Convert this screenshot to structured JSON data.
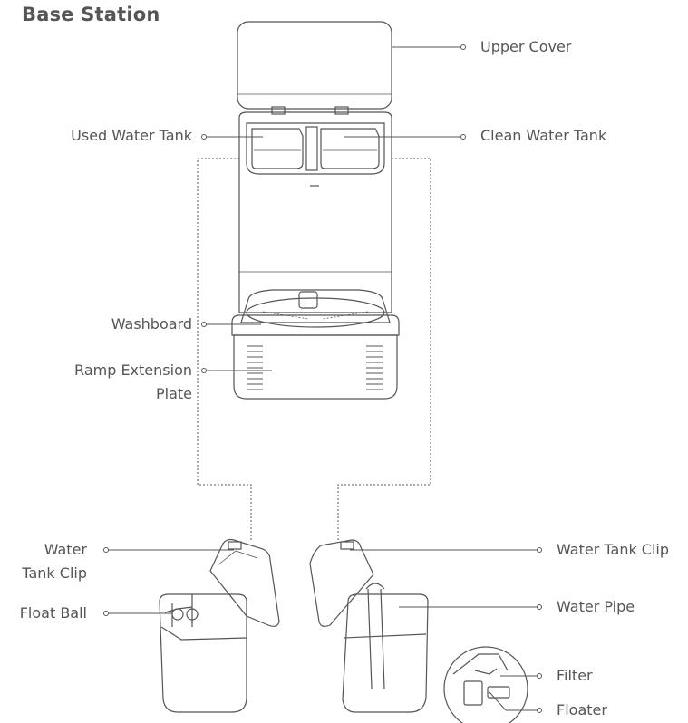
{
  "title": "Base Station",
  "labels": {
    "upper_cover": "Upper Cover",
    "used_water_tank": "Used Water Tank",
    "clean_water_tank": "Clean Water Tank",
    "washboard": "Washboard",
    "ramp_line1": "Ramp Extension",
    "ramp_line2": "Plate",
    "water_clip_left_line1": "Water",
    "water_clip_left_line2": "Tank Clip",
    "float_ball": "Float Ball",
    "water_tank_clip": "Water Tank Clip",
    "water_pipe": "Water Pipe",
    "filter": "Filter",
    "floater": "Floater"
  }
}
